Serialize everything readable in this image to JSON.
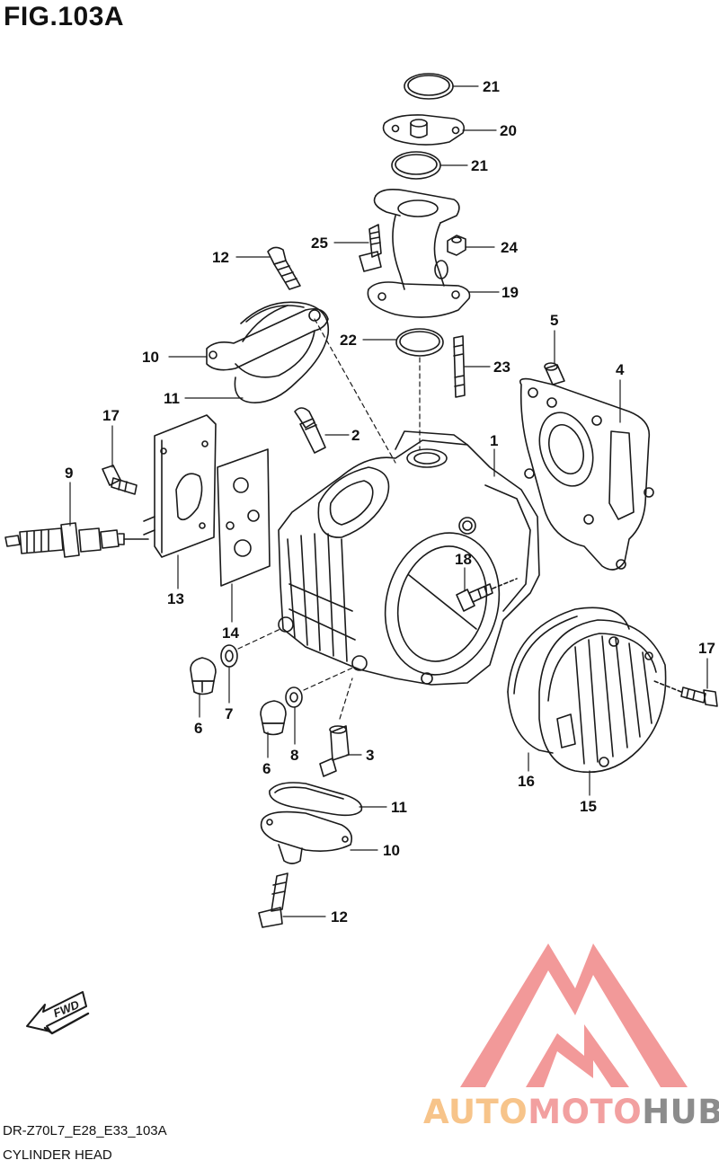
{
  "figure": {
    "title": "FIG.103A",
    "code": "DR-Z70L7_E28_E33_103A",
    "name": "CYLINDER HEAD"
  },
  "callouts": [
    {
      "id": "c21a",
      "label": "21"
    },
    {
      "id": "c20",
      "label": "20"
    },
    {
      "id": "c21b",
      "label": "21"
    },
    {
      "id": "c25",
      "label": "25"
    },
    {
      "id": "c24",
      "label": "24"
    },
    {
      "id": "c19",
      "label": "19"
    },
    {
      "id": "c12a",
      "label": "12"
    },
    {
      "id": "c22",
      "label": "22"
    },
    {
      "id": "c23",
      "label": "23"
    },
    {
      "id": "c5",
      "label": "5"
    },
    {
      "id": "c10a",
      "label": "10"
    },
    {
      "id": "c4",
      "label": "4"
    },
    {
      "id": "c11a",
      "label": "11"
    },
    {
      "id": "c17a",
      "label": "17"
    },
    {
      "id": "c2",
      "label": "2"
    },
    {
      "id": "c1",
      "label": "1"
    },
    {
      "id": "c9",
      "label": "9"
    },
    {
      "id": "c18",
      "label": "18"
    },
    {
      "id": "c13",
      "label": "13"
    },
    {
      "id": "c14",
      "label": "14"
    },
    {
      "id": "c17b",
      "label": "17"
    },
    {
      "id": "c6a",
      "label": "6"
    },
    {
      "id": "c7",
      "label": "7"
    },
    {
      "id": "c6b",
      "label": "6"
    },
    {
      "id": "c8",
      "label": "8"
    },
    {
      "id": "c3",
      "label": "3"
    },
    {
      "id": "c16",
      "label": "16"
    },
    {
      "id": "c15",
      "label": "15"
    },
    {
      "id": "c11b",
      "label": "11"
    },
    {
      "id": "c10b",
      "label": "10"
    },
    {
      "id": "c12b",
      "label": "12"
    }
  ],
  "fwd_label": "FWD",
  "watermark": {
    "part1": "AUTO",
    "part2": "MOTO",
    "part3": "HUB",
    "colors": {
      "auto": "#f7c48a",
      "moto": "#f2a0a0",
      "hub": "#8c8c8c",
      "logo": "#f08080"
    }
  }
}
